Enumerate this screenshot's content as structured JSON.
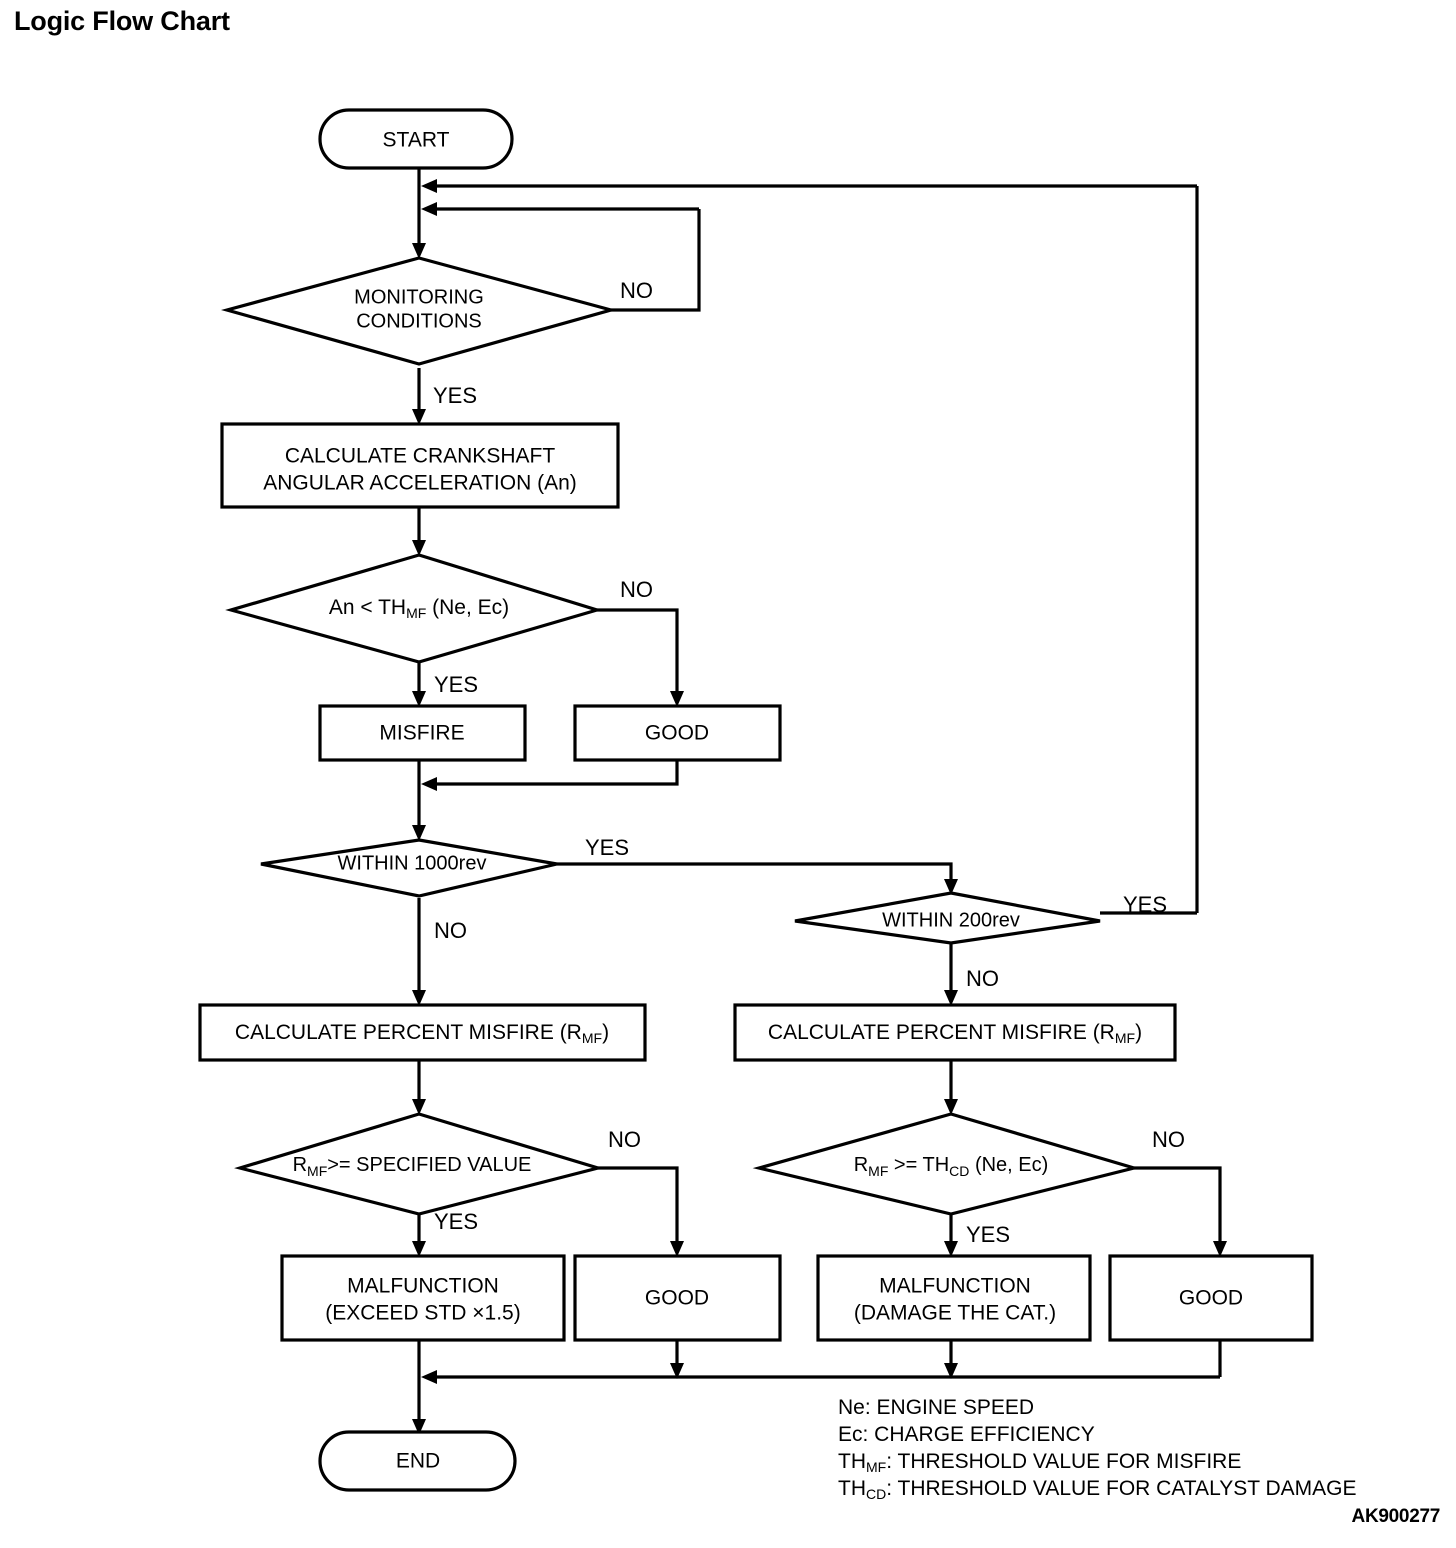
{
  "page": {
    "title": "Logic Flow Chart",
    "figure_code": "AK900277"
  },
  "nodes": {
    "start": {
      "label": "START",
      "shape": "terminator"
    },
    "monitoring": {
      "label_line1": "MONITORING",
      "label_line2": "CONDITIONS",
      "shape": "decision"
    },
    "calc_crank": {
      "label_line1": "CALCULATE CRANKSHAFT",
      "label_line2": "ANGULAR ACCELERATION (An)",
      "shape": "process"
    },
    "an_th": {
      "label_pre": "An < TH",
      "label_sub": "MF",
      "label_post": " (Ne,  Ec)",
      "shape": "decision"
    },
    "misfire": {
      "label": "MISFIRE",
      "shape": "process"
    },
    "good_1": {
      "label": "GOOD",
      "shape": "process"
    },
    "within_1000": {
      "label": "WITHIN 1000rev",
      "shape": "decision"
    },
    "within_200": {
      "label": "WITHIN 200rev",
      "shape": "decision"
    },
    "calc_pct_left": {
      "label_pre": "CALCULATE PERCENT MISFIRE (R",
      "label_sub": "MF",
      "label_post": ")",
      "shape": "process"
    },
    "calc_pct_right": {
      "label_pre": "CALCULATE PERCENT MISFIRE (R",
      "label_sub": "MF",
      "label_post": ")",
      "shape": "process"
    },
    "rmf_spec": {
      "label_pre": "R",
      "label_sub": "MF",
      "label_post": ">= SPECIFIED VALUE",
      "shape": "decision"
    },
    "rmf_thcd": {
      "label_pre": "R",
      "label_sub": "MF",
      "label_post": " >= TH",
      "label_sub2": "CD",
      "label_post2": " (Ne, Ec)",
      "shape": "decision"
    },
    "malfunction_std": {
      "label_line1": "MALFUNCTION",
      "label_line2": "(EXCEED STD  ×1.5)",
      "shape": "process"
    },
    "good_2": {
      "label": "GOOD",
      "shape": "process"
    },
    "malfunction_cat": {
      "label_line1": "MALFUNCTION",
      "label_line2": "(DAMAGE THE CAT.)",
      "shape": "process"
    },
    "good_3": {
      "label": "GOOD",
      "shape": "process"
    },
    "end": {
      "label": "END",
      "shape": "terminator"
    }
  },
  "edge_labels": {
    "monitoring_no": "NO",
    "monitoring_yes": "YES",
    "an_th_no": "NO",
    "an_th_yes": "YES",
    "within_1000_yes": "YES",
    "within_1000_no": "NO",
    "within_200_yes": "YES",
    "within_200_no": "NO",
    "rmf_spec_no": "NO",
    "rmf_spec_yes": "YES",
    "rmf_thcd_no": "NO",
    "rmf_thcd_yes": "YES"
  },
  "legend": {
    "line1": {
      "key": "Ne",
      "sub": "",
      "text": ": ENGINE SPEED"
    },
    "line2": {
      "key": "Ec",
      "sub": "",
      "text": ": CHARGE EFFICIENCY"
    },
    "line3": {
      "key": "TH",
      "sub": "MF",
      "text": ": THRESHOLD VALUE FOR MISFIRE"
    },
    "line4": {
      "key": "TH",
      "sub": "CD",
      "text": ": THRESHOLD VALUE FOR CATALYST DAMAGE"
    }
  },
  "colors": {
    "stroke": "#000000",
    "fill": "#ffffff",
    "text": "#000000"
  }
}
